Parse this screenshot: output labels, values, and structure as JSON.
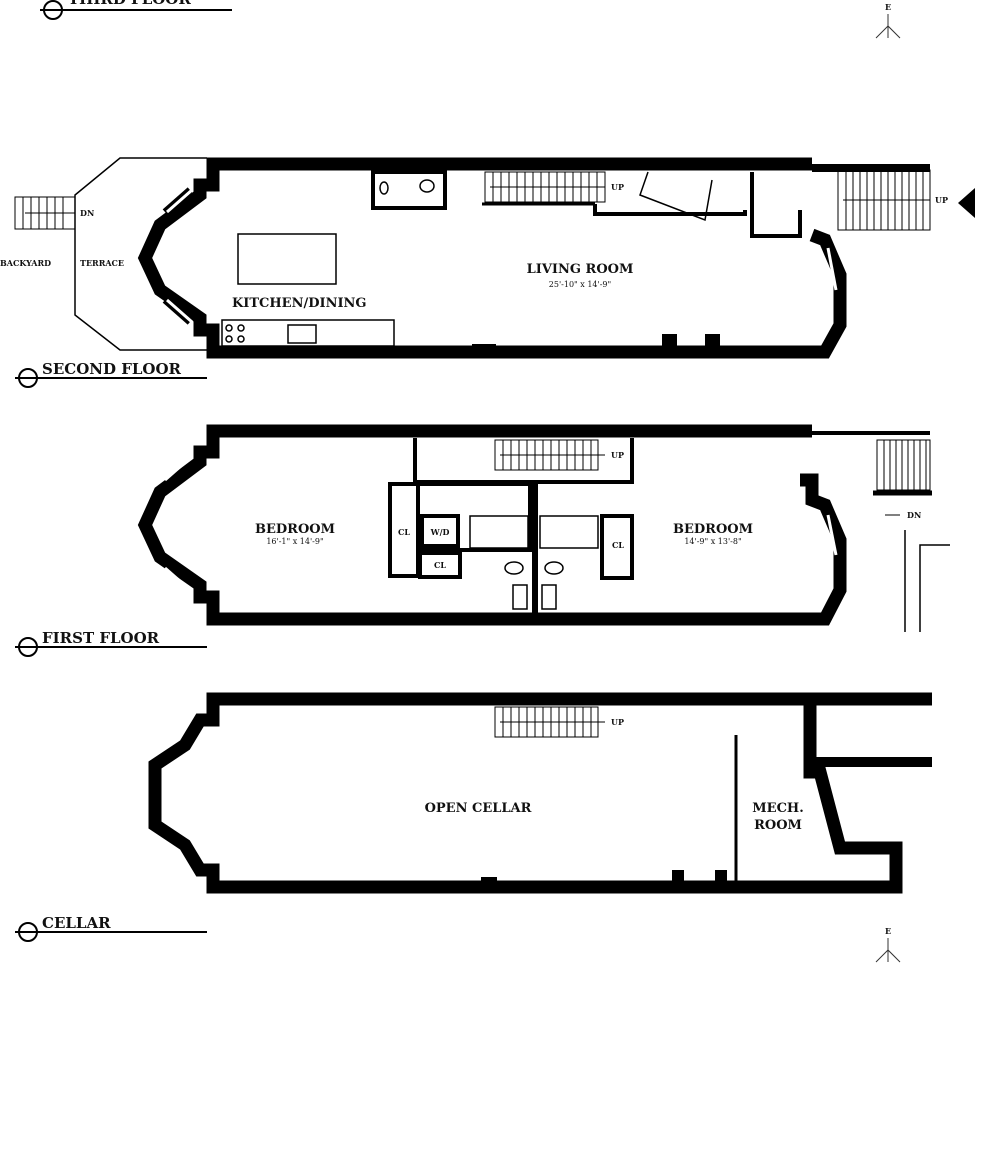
{
  "floors": {
    "third": {
      "label": "THIRD FLOOR"
    },
    "second": {
      "label": "SECOND FLOOR",
      "rooms": {
        "backyard": "BACKYARD",
        "terrace": "TERRACE",
        "kitchen": "KITCHEN/DINING",
        "living": "LIVING ROOM",
        "living_dim": "25'-10\" x 14'-9\""
      },
      "stairs": {
        "left": "DN",
        "center": "UP",
        "right": "UP"
      }
    },
    "first": {
      "label": "FIRST FLOOR",
      "rooms": {
        "bedroom_left": "BEDROOM",
        "bedroom_left_dim": "16'-1\" x 14'-9\"",
        "bedroom_right": "BEDROOM",
        "bedroom_right_dim": "14'-9\" x 13'-8\"",
        "closet_left": "CL",
        "closet_small": "CL",
        "closet_right": "CL",
        "washer_dryer": "W/D"
      },
      "stairs": {
        "center": "UP",
        "right": "DN"
      }
    },
    "cellar": {
      "label": "CELLAR",
      "rooms": {
        "open": "OPEN CELLAR",
        "mech_line1": "MECH.",
        "mech_line2": "ROOM"
      },
      "stairs": {
        "center": "UP"
      }
    }
  },
  "compass": {
    "north": "E"
  }
}
